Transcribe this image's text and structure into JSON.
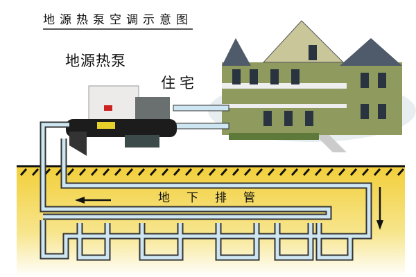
{
  "title": "地源热泵空调示意图",
  "labels": {
    "heat_pump": "地源热泵",
    "house": "住宅",
    "underground_pipes": "地下排管"
  },
  "colors": {
    "ground": "#f2cf3a",
    "pipe": "#cde6f2",
    "pipe_outline": "#333333",
    "house_siding": "#8e9a5e",
    "roof": "#4f5a6a"
  }
}
